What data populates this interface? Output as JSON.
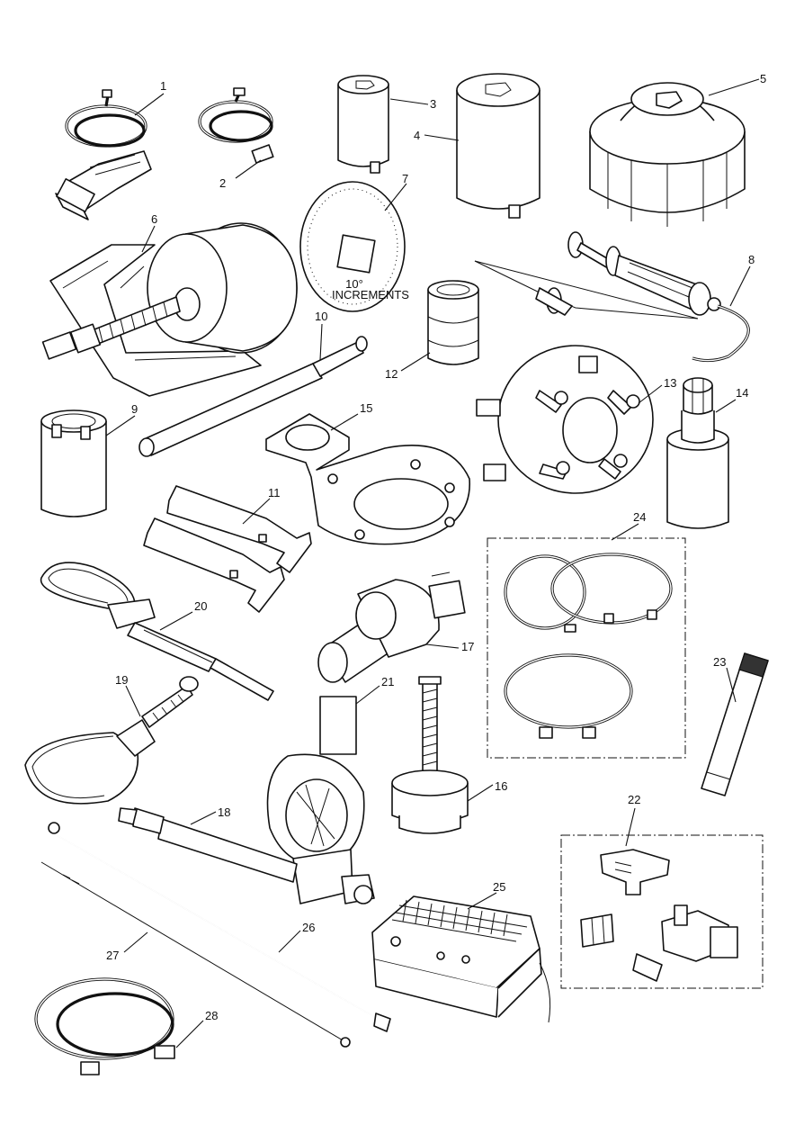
{
  "callouts": [
    {
      "id": "1",
      "text": "1"
    },
    {
      "id": "2",
      "text": "2"
    },
    {
      "id": "3",
      "text": "3"
    },
    {
      "id": "4",
      "text": "4"
    },
    {
      "id": "5",
      "text": "5"
    },
    {
      "id": "6",
      "text": "6"
    },
    {
      "id": "7",
      "text": "7"
    },
    {
      "id": "8",
      "text": "8"
    },
    {
      "id": "9",
      "text": "9"
    },
    {
      "id": "10",
      "text": "10"
    },
    {
      "id": "11",
      "text": "11"
    },
    {
      "id": "12",
      "text": "12"
    },
    {
      "id": "13",
      "text": "13"
    },
    {
      "id": "14",
      "text": "14"
    },
    {
      "id": "15",
      "text": "15"
    },
    {
      "id": "16",
      "text": "16"
    },
    {
      "id": "17",
      "text": "17"
    },
    {
      "id": "18",
      "text": "18"
    },
    {
      "id": "19",
      "text": "19"
    },
    {
      "id": "20",
      "text": "20"
    },
    {
      "id": "21",
      "text": "21"
    },
    {
      "id": "22",
      "text": "22"
    },
    {
      "id": "23",
      "text": "23"
    },
    {
      "id": "24",
      "text": "24"
    },
    {
      "id": "25",
      "text": "25"
    },
    {
      "id": "26",
      "text": "26"
    },
    {
      "id": "27",
      "text": "27"
    },
    {
      "id": "28",
      "text": "28"
    }
  ],
  "protractor": {
    "line1": "10°",
    "line2": "INCREMENTS"
  }
}
